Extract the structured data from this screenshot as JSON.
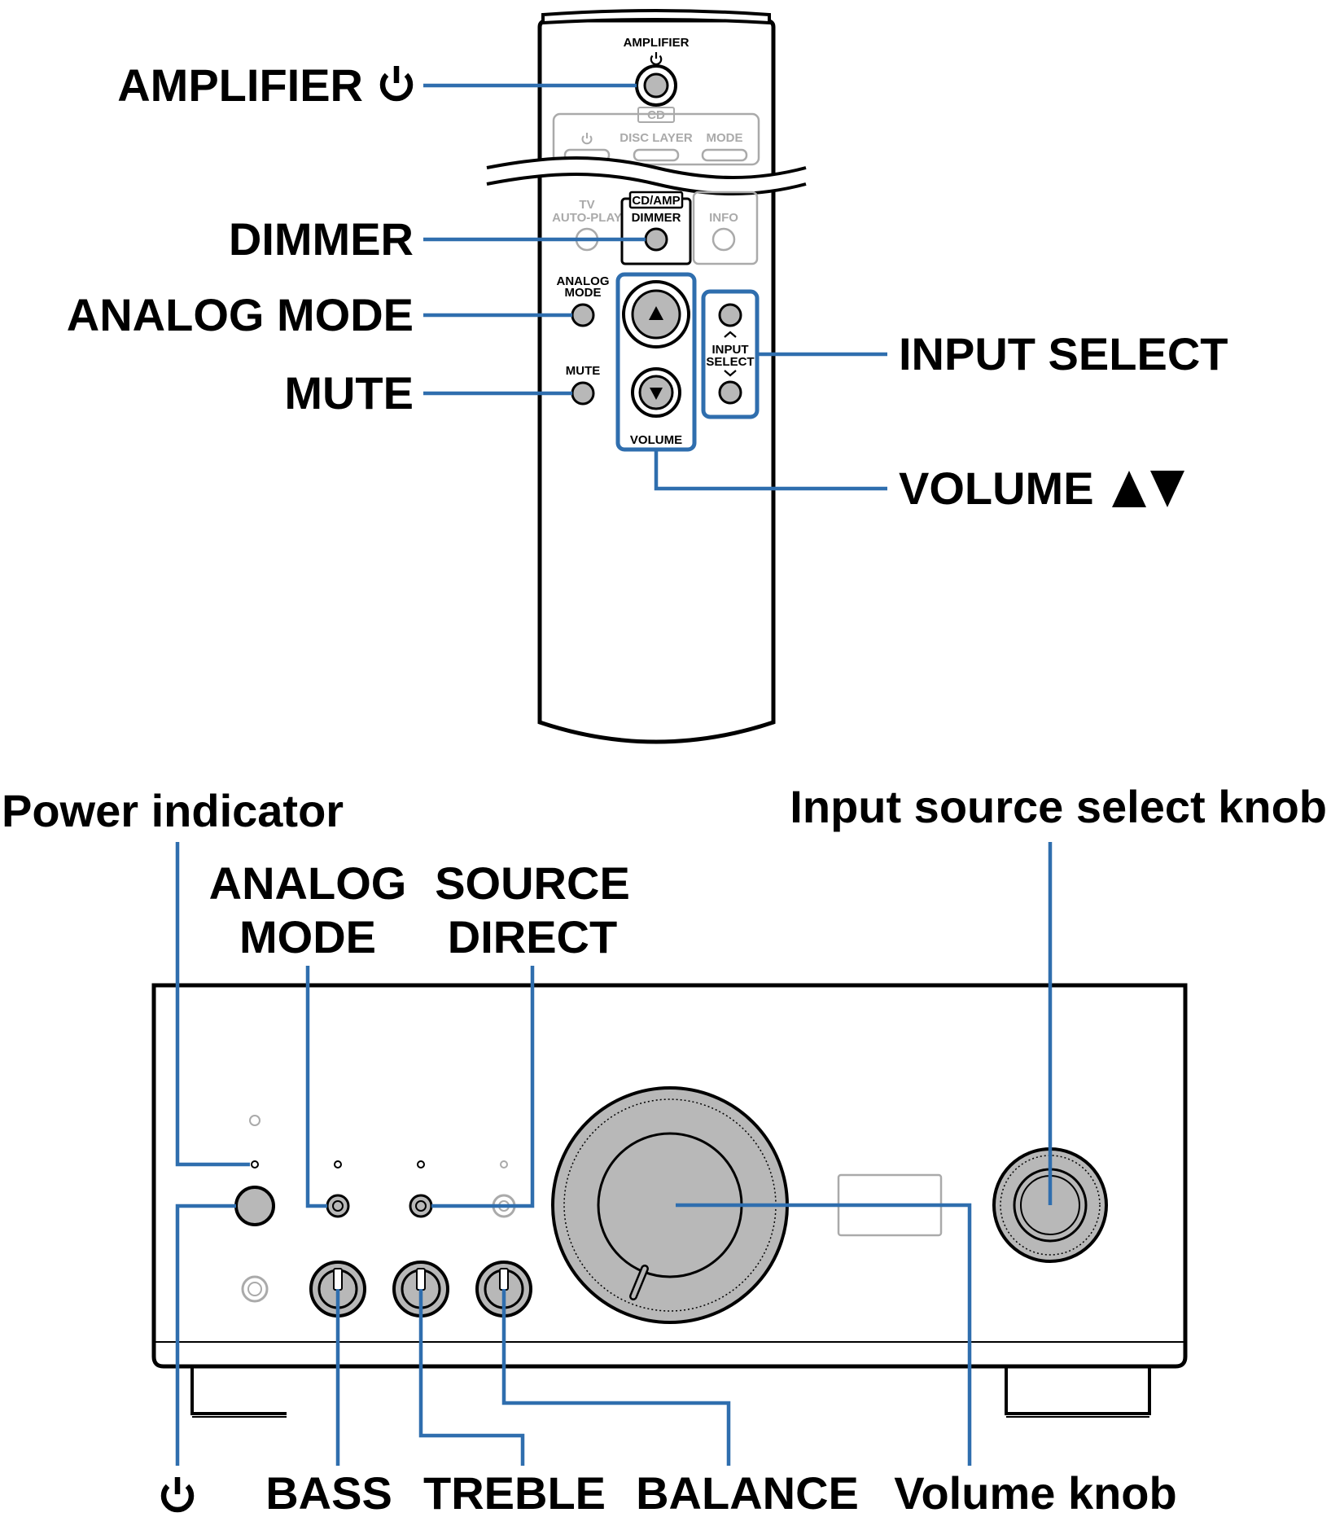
{
  "remote": {
    "amplifier_power_label": "AMPLIFIER",
    "cd_label": "CD",
    "disc_layer_label": "DISC LAYER",
    "mode_label": "MODE",
    "tv_label": "TV",
    "auto_play_label": "AUTO-PLAY",
    "cd_amp_label": "CD/AMP",
    "dimmer_label": "DIMMER",
    "info_label": "INFO",
    "analog_label": "ANALOG",
    "mode2_label": "MODE",
    "mute_label": "MUTE",
    "input_label": "INPUT",
    "select_label": "SELECT",
    "volume_label": "VOLUME"
  },
  "remote_callouts": {
    "amplifier": "AMPLIFIER",
    "dimmer": "DIMMER",
    "analog_mode": "ANALOG MODE",
    "mute": "MUTE",
    "input_select": "INPUT SELECT",
    "volume": "VOLUME"
  },
  "front_panel_callouts": {
    "power_indicator": "Power indicator",
    "analog_line1": "ANALOG",
    "analog_line2": "MODE",
    "source_line1": "SOURCE",
    "source_line2": "DIRECT",
    "input_source_select_knob": "Input source select knob",
    "bass": "BASS",
    "treble": "TREBLE",
    "balance": "BALANCE",
    "volume_knob": "Volume knob"
  },
  "colors": {
    "leader": "#2f6eae",
    "outline": "#000000",
    "faded": "#aaaaaa",
    "knob_fill": "#b8b8b8"
  },
  "icons": [
    "power-icon",
    "triangle-up-icon",
    "triangle-down-icon",
    "chevron-up-icon",
    "chevron-down-icon"
  ]
}
